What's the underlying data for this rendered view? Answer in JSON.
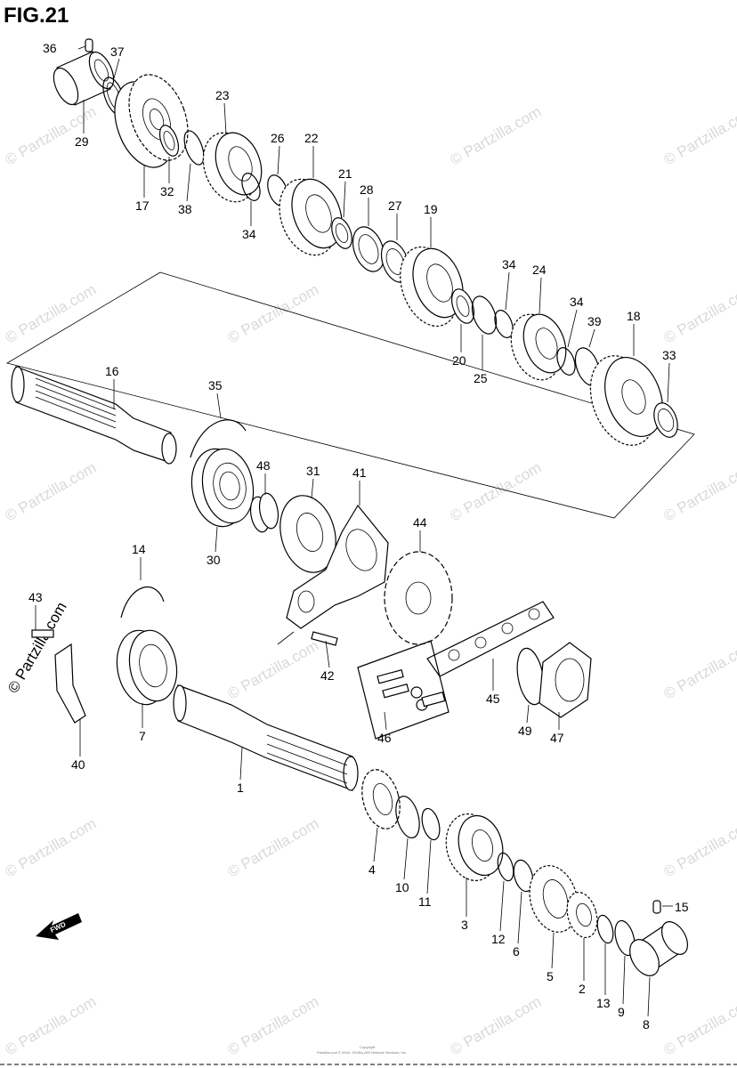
{
  "figure": {
    "title": "FIG.21",
    "watermark": "© Partzilla.com",
    "watermark_vertical": "© Partzilla.com",
    "fwd_label": "FWD",
    "copyright_line1": "Copyright",
    "copyright_line2": "Partzilla.com © 2004- 2019by ARI Network Services, Inc."
  },
  "callouts": [
    {
      "id": "c36",
      "text": "36"
    },
    {
      "id": "c37",
      "text": "37"
    },
    {
      "id": "c29",
      "text": "29"
    },
    {
      "id": "c17",
      "text": "17"
    },
    {
      "id": "c32",
      "text": "32"
    },
    {
      "id": "c38",
      "text": "38"
    },
    {
      "id": "c23",
      "text": "23"
    },
    {
      "id": "c34a",
      "text": "34"
    },
    {
      "id": "c26",
      "text": "26"
    },
    {
      "id": "c22",
      "text": "22"
    },
    {
      "id": "c21",
      "text": "21"
    },
    {
      "id": "c28",
      "text": "28"
    },
    {
      "id": "c27",
      "text": "27"
    },
    {
      "id": "c19",
      "text": "19"
    },
    {
      "id": "c20",
      "text": "20"
    },
    {
      "id": "c25",
      "text": "25"
    },
    {
      "id": "c34b",
      "text": "34"
    },
    {
      "id": "c24",
      "text": "24"
    },
    {
      "id": "c34c",
      "text": "34"
    },
    {
      "id": "c39",
      "text": "39"
    },
    {
      "id": "c18",
      "text": "18"
    },
    {
      "id": "c33",
      "text": "33"
    },
    {
      "id": "c16",
      "text": "16"
    },
    {
      "id": "c35",
      "text": "35"
    },
    {
      "id": "c48",
      "text": "48"
    },
    {
      "id": "c31",
      "text": "31"
    },
    {
      "id": "c41",
      "text": "41"
    },
    {
      "id": "c30",
      "text": "30"
    },
    {
      "id": "c44",
      "text": "44"
    },
    {
      "id": "c14",
      "text": "14"
    },
    {
      "id": "c43",
      "text": "43"
    },
    {
      "id": "c42",
      "text": "42"
    },
    {
      "id": "c45",
      "text": "45"
    },
    {
      "id": "c49",
      "text": "49"
    },
    {
      "id": "c47",
      "text": "47"
    },
    {
      "id": "c46",
      "text": "46"
    },
    {
      "id": "c7",
      "text": "7"
    },
    {
      "id": "c40",
      "text": "40"
    },
    {
      "id": "c1",
      "text": "1"
    },
    {
      "id": "c4",
      "text": "4"
    },
    {
      "id": "c10",
      "text": "10"
    },
    {
      "id": "c11",
      "text": "11"
    },
    {
      "id": "c3",
      "text": "3"
    },
    {
      "id": "c12",
      "text": "12"
    },
    {
      "id": "c6",
      "text": "6"
    },
    {
      "id": "c15",
      "text": "15"
    },
    {
      "id": "c5",
      "text": "5"
    },
    {
      "id": "c2",
      "text": "2"
    },
    {
      "id": "c13",
      "text": "13"
    },
    {
      "id": "c9",
      "text": "9"
    },
    {
      "id": "c8",
      "text": "8"
    }
  ]
}
